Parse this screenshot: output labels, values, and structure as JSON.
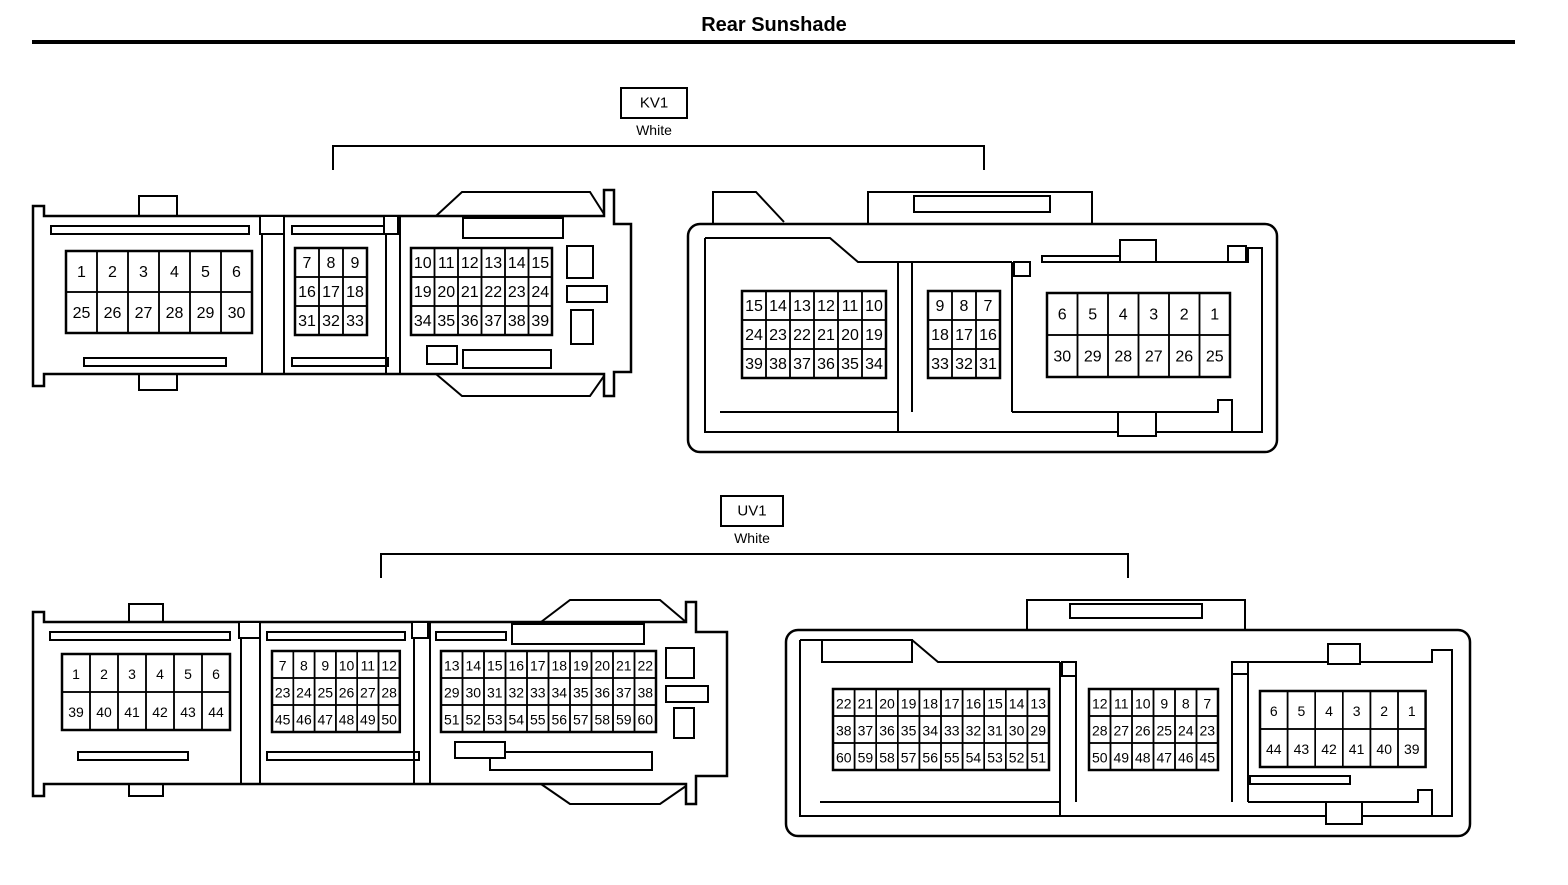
{
  "page": {
    "title": "Rear Sunshade"
  },
  "connectors": [
    {
      "id": "KV1",
      "color": "White",
      "views": [
        {
          "side": "left",
          "groups": [
            {
              "rows": [
                [
                  "1",
                  "2",
                  "3",
                  "4",
                  "5",
                  "6"
                ],
                [
                  "25",
                  "26",
                  "27",
                  "28",
                  "29",
                  "30"
                ]
              ]
            },
            {
              "rows": [
                [
                  "7",
                  "8",
                  "9"
                ],
                [
                  "16",
                  "17",
                  "18"
                ],
                [
                  "31",
                  "32",
                  "33"
                ]
              ]
            },
            {
              "rows": [
                [
                  "10",
                  "11",
                  "12",
                  "13",
                  "14",
                  "15"
                ],
                [
                  "19",
                  "20",
                  "21",
                  "22",
                  "23",
                  "24"
                ],
                [
                  "34",
                  "35",
                  "36",
                  "37",
                  "38",
                  "39"
                ]
              ]
            }
          ]
        },
        {
          "side": "right",
          "groups": [
            {
              "rows": [
                [
                  "15",
                  "14",
                  "13",
                  "12",
                  "11",
                  "10"
                ],
                [
                  "24",
                  "23",
                  "22",
                  "21",
                  "20",
                  "19"
                ],
                [
                  "39",
                  "38",
                  "37",
                  "36",
                  "35",
                  "34"
                ]
              ]
            },
            {
              "rows": [
                [
                  "9",
                  "8",
                  "7"
                ],
                [
                  "18",
                  "17",
                  "16"
                ],
                [
                  "33",
                  "32",
                  "31"
                ]
              ]
            },
            {
              "rows": [
                [
                  "6",
                  "5",
                  "4",
                  "3",
                  "2",
                  "1"
                ],
                [
                  "30",
                  "29",
                  "28",
                  "27",
                  "26",
                  "25"
                ]
              ]
            }
          ]
        }
      ]
    },
    {
      "id": "UV1",
      "color": "White",
      "views": [
        {
          "side": "left",
          "groups": [
            {
              "rows": [
                [
                  "1",
                  "2",
                  "3",
                  "4",
                  "5",
                  "6"
                ],
                [
                  "39",
                  "40",
                  "41",
                  "42",
                  "43",
                  "44"
                ]
              ]
            },
            {
              "rows": [
                [
                  "7",
                  "8",
                  "9",
                  "10",
                  "11",
                  "12"
                ],
                [
                  "23",
                  "24",
                  "25",
                  "26",
                  "27",
                  "28"
                ],
                [
                  "45",
                  "46",
                  "47",
                  "48",
                  "49",
                  "50"
                ]
              ]
            },
            {
              "rows": [
                [
                  "13",
                  "14",
                  "15",
                  "16",
                  "17",
                  "18",
                  "19",
                  "20",
                  "21",
                  "22"
                ],
                [
                  "29",
                  "30",
                  "31",
                  "32",
                  "33",
                  "34",
                  "35",
                  "36",
                  "37",
                  "38"
                ],
                [
                  "51",
                  "52",
                  "53",
                  "54",
                  "55",
                  "56",
                  "57",
                  "58",
                  "59",
                  "60"
                ]
              ]
            }
          ]
        },
        {
          "side": "right",
          "groups": [
            {
              "rows": [
                [
                  "22",
                  "21",
                  "20",
                  "19",
                  "18",
                  "17",
                  "16",
                  "15",
                  "14",
                  "13"
                ],
                [
                  "38",
                  "37",
                  "36",
                  "35",
                  "34",
                  "33",
                  "32",
                  "31",
                  "30",
                  "29"
                ],
                [
                  "60",
                  "59",
                  "58",
                  "57",
                  "56",
                  "55",
                  "54",
                  "53",
                  "52",
                  "51"
                ]
              ]
            },
            {
              "rows": [
                [
                  "12",
                  "11",
                  "10",
                  "9",
                  "8",
                  "7"
                ],
                [
                  "28",
                  "27",
                  "26",
                  "25",
                  "24",
                  "23"
                ],
                [
                  "50",
                  "49",
                  "48",
                  "47",
                  "46",
                  "45"
                ]
              ]
            },
            {
              "rows": [
                [
                  "6",
                  "5",
                  "4",
                  "3",
                  "2",
                  "1"
                ],
                [
                  "44",
                  "43",
                  "42",
                  "41",
                  "40",
                  "39"
                ]
              ]
            }
          ]
        }
      ]
    }
  ]
}
